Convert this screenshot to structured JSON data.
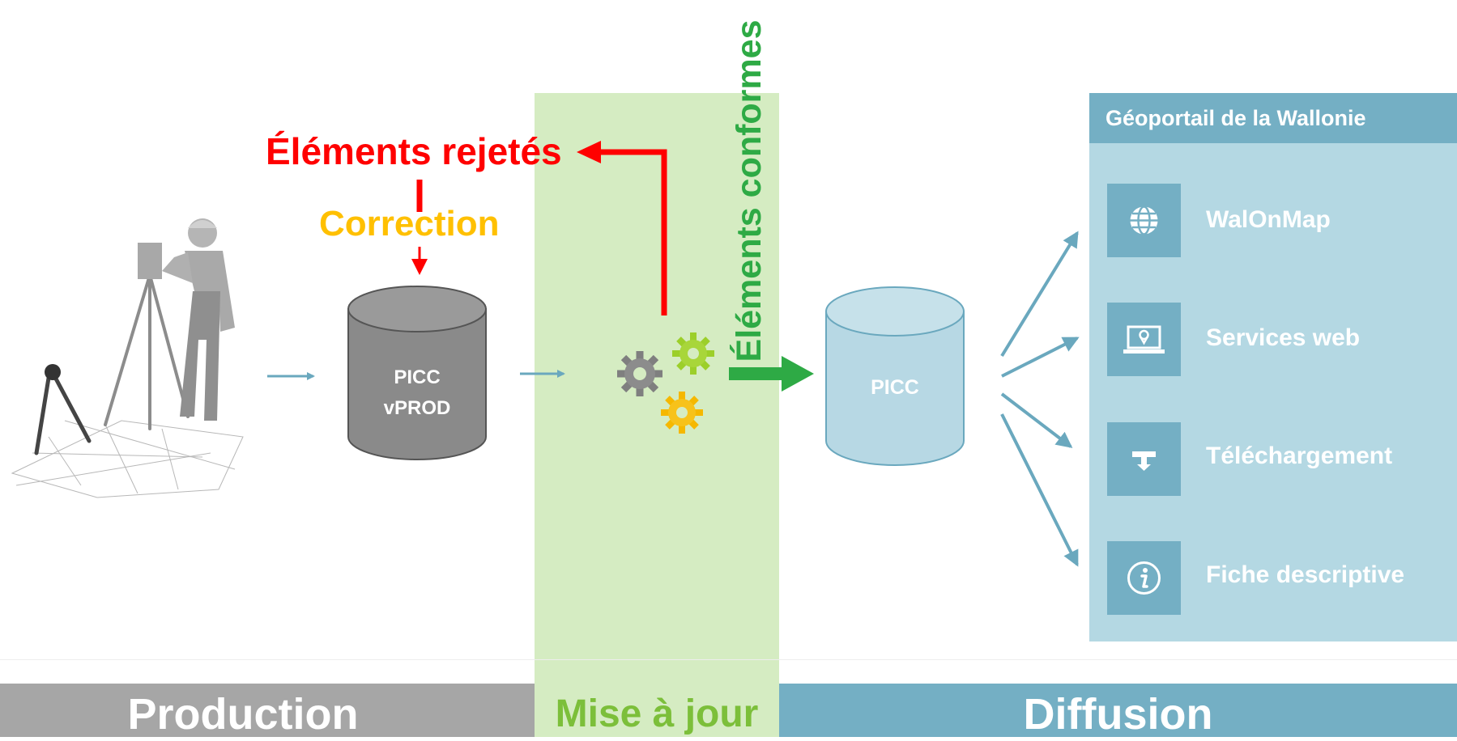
{
  "diagram": {
    "rejected": "Éléments rejetés",
    "correction": "Correction",
    "conformes": "Éléments conformes",
    "db_prod": {
      "line1": "PICC",
      "line2": "vPROD"
    },
    "db_final": "PICC"
  },
  "portal": {
    "title": "Géoportail de la Wallonie",
    "items": [
      {
        "label": "WalOnMap",
        "icon": "globe-icon"
      },
      {
        "label": "Services web",
        "icon": "laptop-pin-icon"
      },
      {
        "label": "Téléchargement",
        "icon": "download-icon"
      },
      {
        "label": "Fiche descriptive",
        "icon": "info-icon"
      }
    ]
  },
  "bands": {
    "production": "Production",
    "mise_a_jour": "Mise à jour",
    "diffusion": "Diffusion"
  },
  "colors": {
    "rejected": "#ff0000",
    "correction": "#ffc000",
    "conformes": "#2eaa45",
    "mise_band": "#d5ecc2",
    "diffusion": "#74afc4",
    "production": "#a6a6a6"
  }
}
